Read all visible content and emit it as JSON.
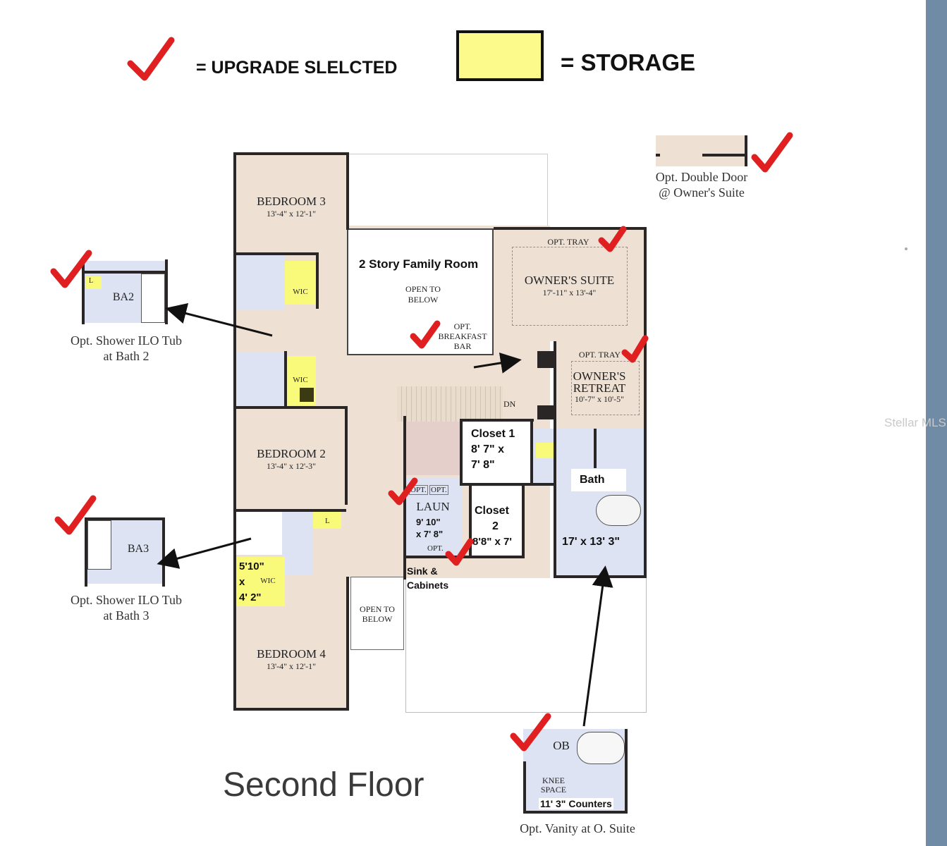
{
  "legend": {
    "upgrade_label": "= UPGRADE SLELCTED",
    "storage_label": "= STORAGE"
  },
  "rooms": {
    "bedroom3": {
      "name": "BEDROOM 3",
      "dims": "13'-4\" x 12'-1\""
    },
    "bedroom2": {
      "name": "BEDROOM 2",
      "dims": "13'-4\" x 12'-3\""
    },
    "bedroom4": {
      "name": "BEDROOM 4",
      "dims": "13'-4\" x 12'-1\""
    },
    "family": {
      "name": "2 Story Family Room",
      "note1": "OPEN TO",
      "note2": "BELOW"
    },
    "breakfast": {
      "line1": "OPT.",
      "line2": "BREAKFAST",
      "line3": "BAR"
    },
    "owners_suite": {
      "tray": "OPT. TRAY",
      "name": "OWNER'S SUITE",
      "dims": "17'-11\" x 13'-4\""
    },
    "owners_retreat": {
      "tray": "OPT. TRAY",
      "name1": "OWNER'S",
      "name2": "RETREAT",
      "dims": "10'-7\" x 10'-5\""
    },
    "closet1": {
      "line1": "Closet 1",
      "line2": "8' 7\" x",
      "line3": "7' 8\""
    },
    "closet2": {
      "line1": "Closet",
      "line2": "2",
      "line3": "8'8\" x 7'"
    },
    "bath": {
      "name": "Bath",
      "dims": "17' x 13' 3\""
    },
    "laundry": {
      "opt1": "OPT.",
      "opt2": "OPT.",
      "name": "LAUN",
      "dims1": "9' 10\"",
      "dims2": "x 7' 8\"",
      "opt3": "OPT."
    },
    "sink": {
      "line1": "Sink &",
      "line2": "Cabinets"
    },
    "open_below": {
      "line1": "OPEN TO",
      "line2": "BELOW"
    },
    "wic_top": "WIC",
    "wic_mid": "WIC",
    "wic_bottom": "WIC",
    "wic_dims1": "5'10\"",
    "wic_dims2": "x",
    "wic_dims3": "4' 2\"",
    "stair_label": "DN",
    "linen": "L"
  },
  "insets": {
    "ba2": {
      "label": "BA2",
      "caption1": "Opt. Shower ILO Tub",
      "caption2": "at Bath 2",
      "linen": "L"
    },
    "ba3": {
      "label": "BA3",
      "caption1": "Opt. Shower ILO Tub",
      "caption2": "at Bath 3"
    },
    "double_door": {
      "caption1": "Opt. Double Door",
      "caption2": "@ Owner's Suite"
    },
    "ob": {
      "label": "OB",
      "knee1": "KNEE",
      "knee2": "SPACE",
      "counters": "11' 3\" Counters",
      "caption": "Opt. Vanity at O. Suite"
    }
  },
  "floor_title": "Second Floor",
  "watermark": "Stellar MLS",
  "colors": {
    "check": "#e02020",
    "room_tan": "#eee0d3",
    "bath_blue": "#dde3f3",
    "storage_yellow": "#fafa7a",
    "wall": "#2a2626",
    "edge_blue": "#6f8ba6"
  }
}
